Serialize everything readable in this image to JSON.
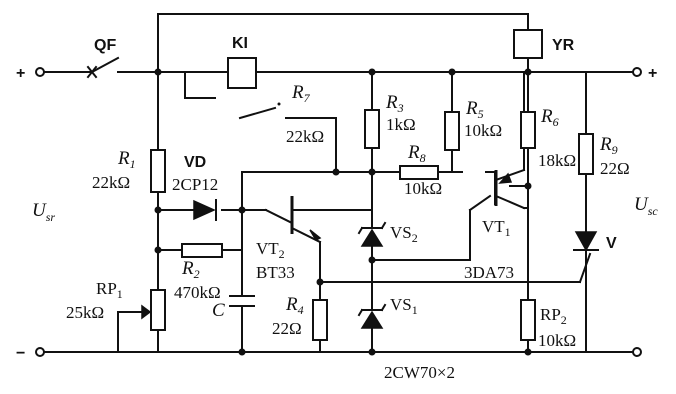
{
  "terminals": {
    "plus_left": "+",
    "minus_left": "−",
    "plus_right": "+"
  },
  "labels": {
    "qf": "QF",
    "ki": "KI",
    "yr": "YR",
    "r7": "R",
    "r7_sub": "7",
    "r7_val": "22kΩ",
    "r3": "R",
    "r3_sub": "3",
    "r3_val": "1kΩ",
    "r5": "R",
    "r5_sub": "5",
    "r5_val": "10kΩ",
    "r6": "R",
    "r6_sub": "6",
    "r6_val": "18kΩ",
    "r9": "R",
    "r9_sub": "9",
    "r9_val": "22Ω",
    "r8": "R",
    "r8_sub": "8",
    "r8_val": "10kΩ",
    "r1": "R",
    "r1_sub": "1",
    "r1_val": "22kΩ",
    "vd": "VD",
    "vd_val": "2CP12",
    "vt2": "VT",
    "vt2_sub": "2",
    "vt2_val": "BT33",
    "r2": "R",
    "r2_sub": "2",
    "r2_val": "470kΩ",
    "rp1": "RP",
    "rp1_sub": "1",
    "rp1_val": "25kΩ",
    "c": "C",
    "r4": "R",
    "r4_sub": "4",
    "r4_val": "22Ω",
    "vs2": "VS",
    "vs2_sub": "2",
    "vs1": "VS",
    "vs1_sub": "1",
    "vt1": "VT",
    "vt1_sub": "1",
    "vt1_val": "3DA73",
    "v": "V",
    "rp2": "RP",
    "rp2_sub": "2",
    "rp2_val": "10kΩ",
    "zener_part": "2CW70×2",
    "usr": "U",
    "usr_sub": "sr",
    "usc": "U",
    "usc_sub": "sc"
  }
}
